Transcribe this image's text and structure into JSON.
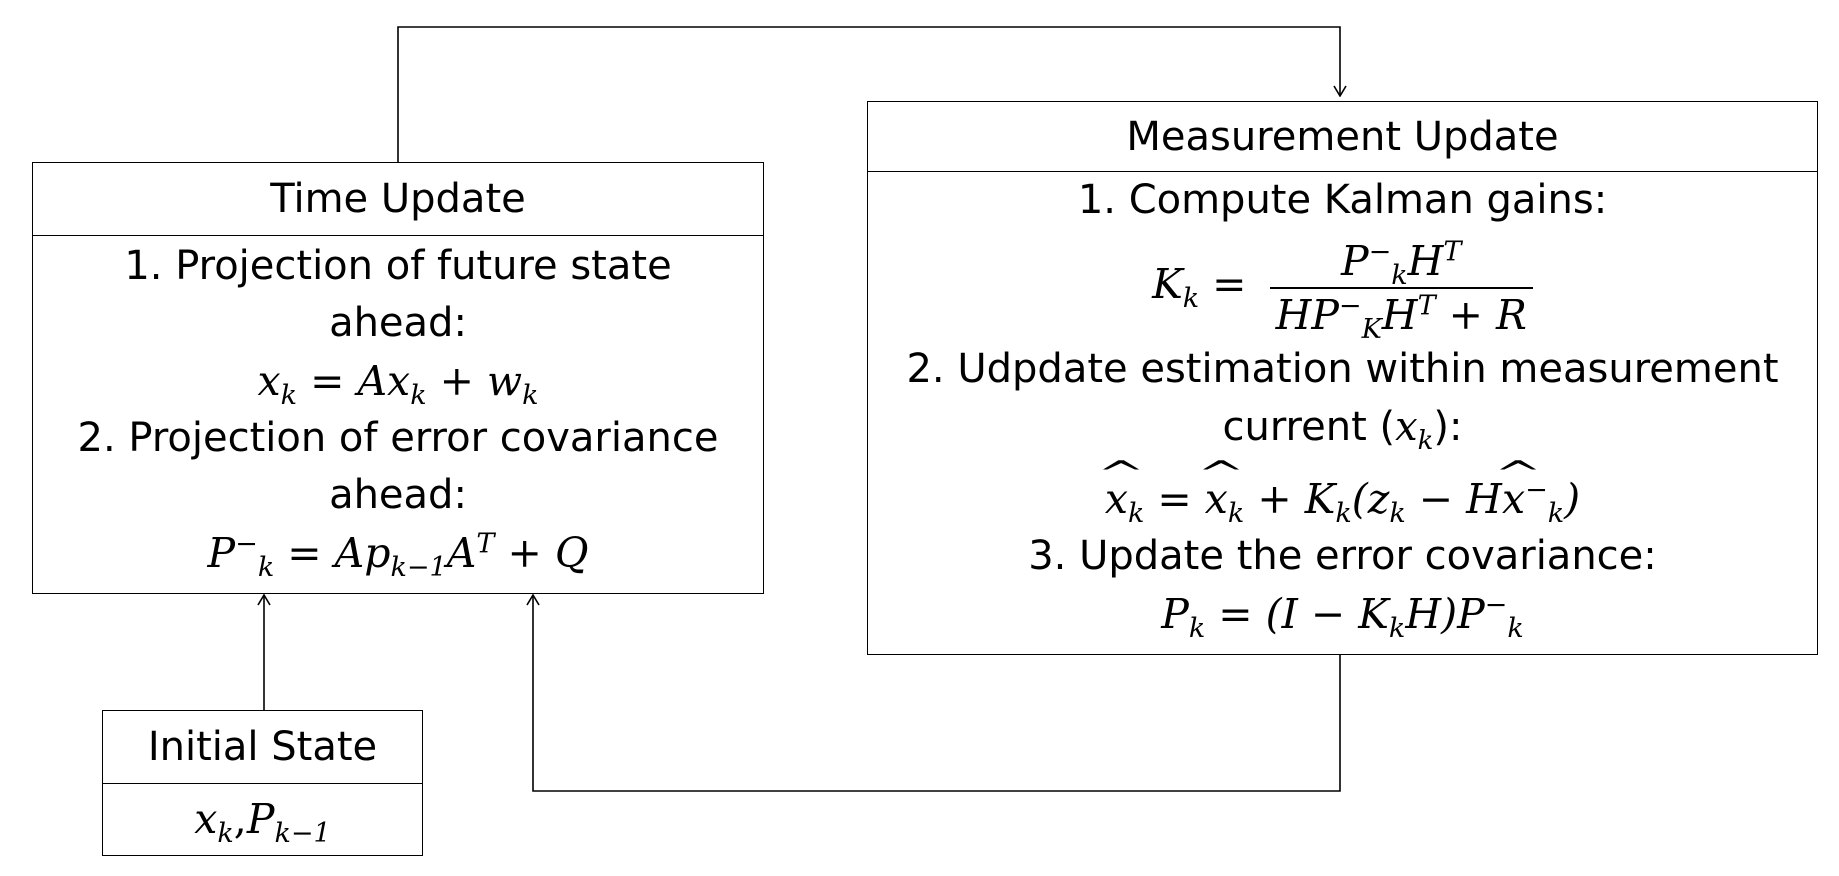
{
  "time_update": {
    "title": "Time Update",
    "step1": "1. Projection of future state",
    "step1_cont": "ahead:",
    "eq1": {
      "lhs": "x",
      "lhs_sub": "k",
      "rhs_a": "= Ax",
      "rhs_a_sub": "k",
      "rhs_b": " + w",
      "rhs_b_sub": "k"
    },
    "step2": "2. Projection of error covariance",
    "step2_cont": "ahead:",
    "eq2": {
      "p": "P",
      "p_sup": "−",
      "p_sub": "k",
      "mid": " = Ap",
      "mid_sub": "k−1",
      "a": "A",
      "a_sup": "T",
      "tail": " + Q"
    }
  },
  "measurement_update": {
    "title": "Measurement Update",
    "step1": "1. Compute Kalman gains:",
    "gain": {
      "k": "K",
      "k_sub": "k",
      "eq": " =",
      "num": {
        "p": "P",
        "p_sup": "−",
        "p_sub": "k",
        "h": "H",
        "h_sup": "T"
      },
      "den": {
        "h1": "HP",
        "p_sup": "−",
        "p_sub": "K",
        "h2": "H",
        "h2_sup": "T",
        "tail": " + R"
      }
    },
    "step2": "2. Udpdate estimation within measurement",
    "step2_cont_pre": "current (",
    "step2_cont_var": "x",
    "step2_cont_sub": "k",
    "step2_cont_post": "):",
    "eq2": {
      "x1": "x",
      "x1_sub": "k",
      "eqs": " = ",
      "x2": "x",
      "x2_sub": "k",
      "plus": " + K",
      "plus_sub": "k",
      "open": "(z",
      "z_sub": "k",
      "minus": " − H",
      "x3": "x",
      "x3_sup": "−",
      "x3_sub": "k",
      "close": ")"
    },
    "step3": "3. Update the error covariance:",
    "eq3": {
      "p": "P",
      "p_sub": "k",
      "mid": " = (I − K",
      "mid_sub": "k",
      "h": "H)P",
      "tail_sup": "−",
      "tail_sub": "k"
    }
  },
  "initial_state": {
    "title": "Initial State",
    "x": "x",
    "x_sub": "k",
    "sep": ",",
    "p": "P",
    "p_sub": "k−1"
  }
}
